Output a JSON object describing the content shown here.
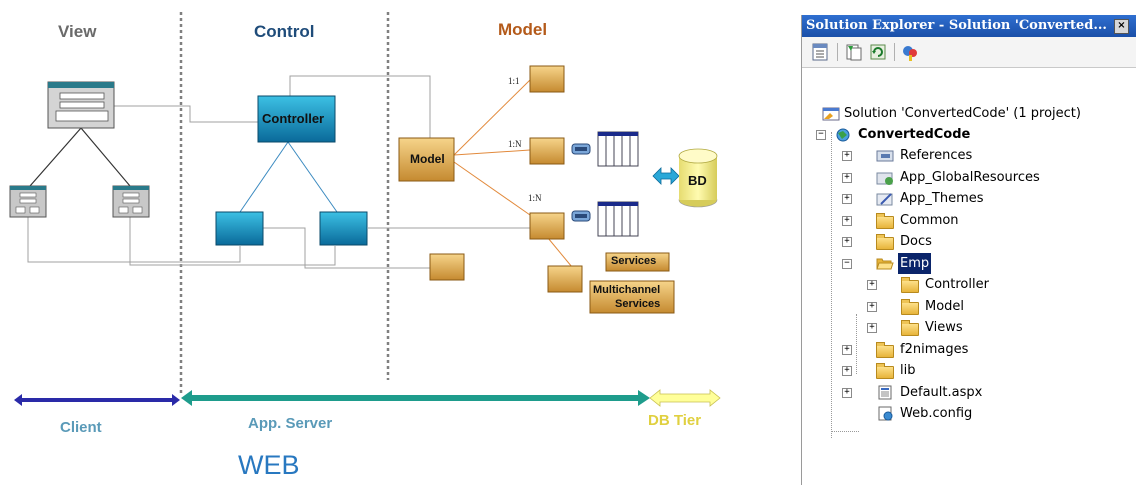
{
  "diagram": {
    "columns": {
      "view": "View",
      "control": "Control",
      "model": "Model"
    },
    "controller_label": "Controller",
    "model_label": "Model",
    "cardinalities": [
      "1:1",
      "1:N",
      "1:N"
    ],
    "database_label": "BD",
    "services_label": "Services",
    "multichannel_label_1": "Multichannel",
    "multichannel_label_2": "Services",
    "tiers": {
      "client": "Client",
      "app_server": "App. Server",
      "db_tier": "DB Tier"
    },
    "web_label": "WEB",
    "colors": {
      "view_label": "#6a6a6a",
      "control_label": "#1f4c7a",
      "model_label": "#b45a1a",
      "client_arrow": "#2a2aa8",
      "app_arrow": "#1e9c8c",
      "db_arrow": "#ffff99",
      "tier_text": "#5a9ab8",
      "db_tier_text": "#e0d040",
      "web_text": "#2878c0"
    }
  },
  "solution_explorer": {
    "title": "Solution Explorer - Solution 'Converted...",
    "close_glyph": "×",
    "toolbar_icons": [
      "properties-icon",
      "show-all-files-icon",
      "refresh-icon",
      "class-diagram-icon"
    ],
    "tree": [
      {
        "label": "Solution 'ConvertedCode' (1 project)",
        "icon": "solution-icon",
        "level": 0
      },
      {
        "label": "ConvertedCode",
        "icon": "web-project-icon",
        "level": 0,
        "expander": "−",
        "bold": true
      },
      {
        "label": "References",
        "icon": "references-icon",
        "level": 1,
        "expander": "+"
      },
      {
        "label": "App_GlobalResources",
        "icon": "global-resources-icon",
        "level": 1,
        "expander": "+"
      },
      {
        "label": "App_Themes",
        "icon": "themes-icon",
        "level": 1,
        "expander": "+"
      },
      {
        "label": "Common",
        "icon": "folder-icon",
        "level": 1,
        "expander": "+"
      },
      {
        "label": "Docs",
        "icon": "folder-icon",
        "level": 1,
        "expander": "+"
      },
      {
        "label": "Emp",
        "icon": "open-folder-icon",
        "level": 1,
        "expander": "−",
        "selected": true
      },
      {
        "label": "Controller",
        "icon": "folder-icon",
        "level": 2,
        "expander": "+"
      },
      {
        "label": "Model",
        "icon": "folder-icon",
        "level": 2,
        "expander": "+"
      },
      {
        "label": "Views",
        "icon": "folder-icon",
        "level": 2,
        "expander": "+"
      },
      {
        "label": "f2nimages",
        "icon": "folder-icon",
        "level": 1,
        "expander": "+"
      },
      {
        "label": "lib",
        "icon": "folder-icon",
        "level": 1,
        "expander": "+"
      },
      {
        "label": "Default.aspx",
        "icon": "aspx-file-icon",
        "level": 1,
        "expander": "+"
      },
      {
        "label": "Web.config",
        "icon": "config-file-icon",
        "level": 1
      }
    ]
  }
}
